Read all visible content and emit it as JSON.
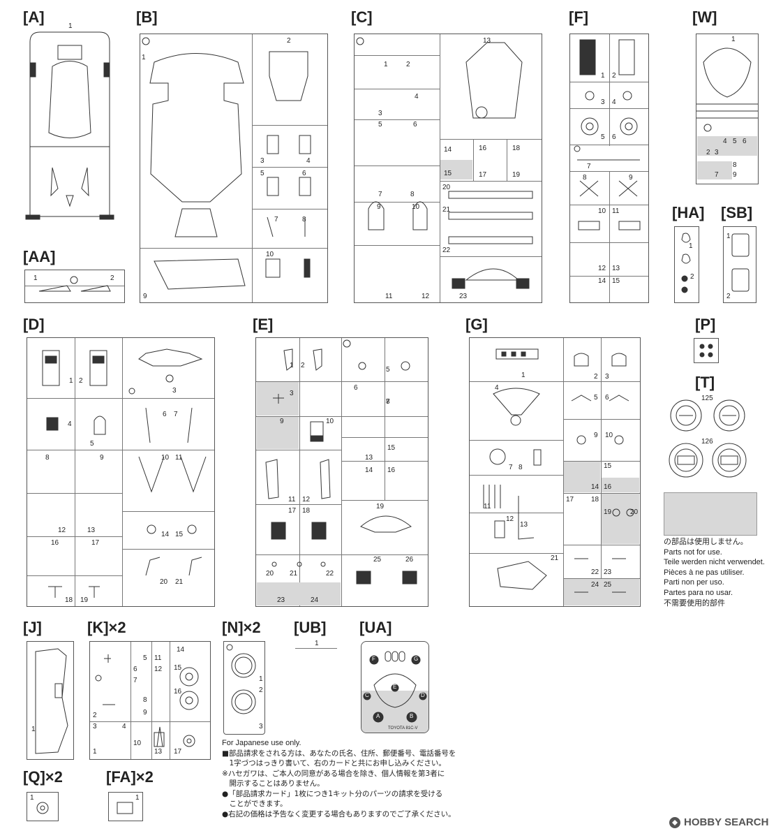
{
  "sheet": {
    "sprues": [
      {
        "id": "A",
        "label": "[A]",
        "parts": [
          "1"
        ]
      },
      {
        "id": "AA",
        "label": "[AA]",
        "parts": [
          "1",
          "2"
        ]
      },
      {
        "id": "B",
        "label": "[B]",
        "parts": [
          "1",
          "2",
          "3",
          "4",
          "5",
          "6",
          "7",
          "8",
          "9",
          "10"
        ]
      },
      {
        "id": "C",
        "label": "[C]",
        "parts": [
          "1",
          "2",
          "3",
          "4",
          "5",
          "6",
          "7",
          "8",
          "9",
          "10",
          "11",
          "12",
          "13",
          "14",
          "15",
          "16",
          "17",
          "18",
          "19",
          "20",
          "21",
          "22",
          "23"
        ]
      },
      {
        "id": "F",
        "label": "[F]",
        "parts": [
          "1",
          "2",
          "3",
          "4",
          "5",
          "6",
          "7",
          "8",
          "9",
          "10",
          "11",
          "12",
          "13",
          "14",
          "15"
        ]
      },
      {
        "id": "W",
        "label": "[W]",
        "parts": [
          "1",
          "2",
          "3",
          "4",
          "5",
          "6",
          "7",
          "8",
          "9"
        ]
      },
      {
        "id": "HA",
        "label": "[HA]",
        "parts": [
          "1",
          "2"
        ]
      },
      {
        "id": "SB",
        "label": "[SB]",
        "parts": [
          "1",
          "2"
        ]
      },
      {
        "id": "D",
        "label": "[D]",
        "parts": [
          "1",
          "2",
          "3",
          "4",
          "5",
          "6",
          "7",
          "8",
          "9",
          "10",
          "11",
          "12",
          "13",
          "14",
          "15",
          "16",
          "17",
          "18",
          "19",
          "20",
          "21"
        ]
      },
      {
        "id": "E",
        "label": "[E]",
        "parts": [
          "1",
          "2",
          "3",
          "5",
          "6",
          "7",
          "8",
          "9",
          "10",
          "11",
          "12",
          "13",
          "14",
          "15",
          "16",
          "17",
          "18",
          "19",
          "20",
          "21",
          "22",
          "23",
          "24",
          "25",
          "26"
        ]
      },
      {
        "id": "G",
        "label": "[G]",
        "parts": [
          "1",
          "2",
          "3",
          "4",
          "5",
          "6",
          "7",
          "8",
          "9",
          "10",
          "11",
          "12",
          "13",
          "14",
          "15",
          "16",
          "17",
          "18",
          "19",
          "20",
          "21",
          "22",
          "23",
          "24",
          "25"
        ]
      },
      {
        "id": "P",
        "label": "[P]",
        "parts": []
      },
      {
        "id": "T",
        "label": "[T]",
        "parts": [
          "125",
          "126"
        ]
      },
      {
        "id": "J",
        "label": "[J]",
        "parts": [
          "1"
        ]
      },
      {
        "id": "K",
        "label": "[K]×2",
        "parts": [
          "1",
          "2",
          "3",
          "4",
          "5",
          "6",
          "7",
          "8",
          "9",
          "10",
          "11",
          "12",
          "13",
          "14",
          "15",
          "16",
          "17"
        ]
      },
      {
        "id": "N",
        "label": "[N]×2",
        "parts": [
          "1",
          "2",
          "3"
        ]
      },
      {
        "id": "UB",
        "label": "[UB]",
        "parts": [
          "1"
        ]
      },
      {
        "id": "UA",
        "label": "[UA]",
        "parts": [
          "A",
          "B",
          "C",
          "D",
          "E",
          "F",
          "G"
        ]
      },
      {
        "id": "Q",
        "label": "[Q]×2",
        "parts": [
          "1"
        ]
      },
      {
        "id": "FA",
        "label": "[FA]×2",
        "parts": [
          "1"
        ]
      }
    ],
    "ua_caption": "TOYOTA 81C-V"
  },
  "legend": {
    "lines": [
      "の部品は使用しません。",
      "Parts not for use.",
      "Teile werden nicht verwendet.",
      "Pièces à ne pas utiliser.",
      "Parti non per uso.",
      "Partes para no usar.",
      "不需要使用的部件"
    ]
  },
  "japanese_note": {
    "heading": "For Japanese use only.",
    "lines": [
      "■部品請求をされる方は、あなたの氏名、住所、郵便番号、電話番号を",
      "　1字づつはっきり書いて、右のカードと共にお申し込みください。",
      "※ハセガワは、ご本人の同意がある場合を除き、個人情報を第3者に",
      "　開示することはありません。",
      "●「部品請求カード」1枚につき1キット分のパーツの請求を受ける",
      "　ことができます。",
      "●右記の価格は予告なく変更する場合もありますのでご了承ください。"
    ]
  },
  "watermark": "HOBBY SEARCH",
  "colors": {
    "ink": "#222222",
    "line": "#555555",
    "unused_fill": "#d8d8d8"
  }
}
